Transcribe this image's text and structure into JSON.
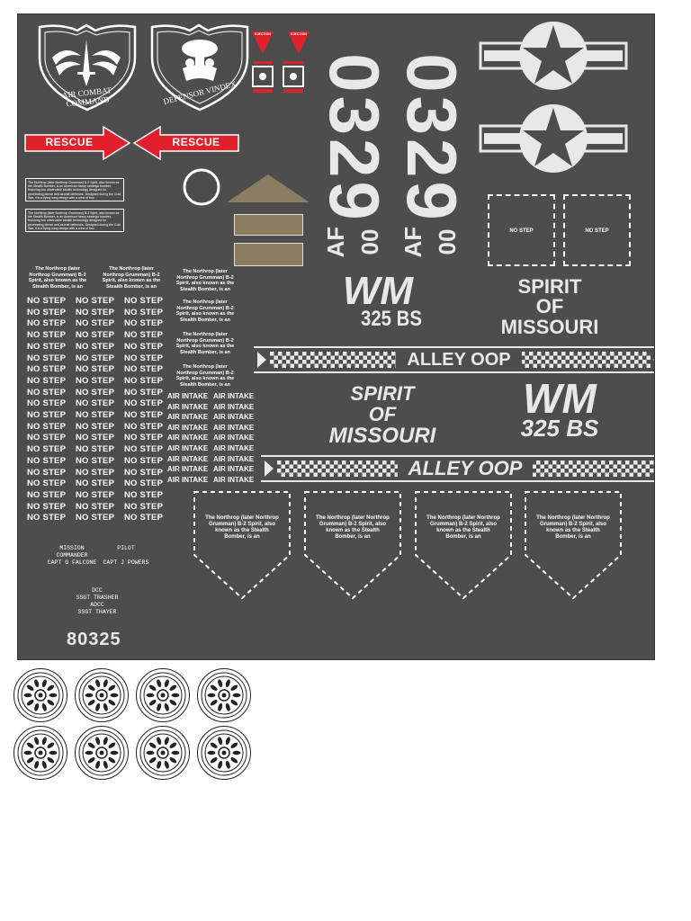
{
  "badges": {
    "acc_motto": "AIR COMBAT COMMAND",
    "wing_motto": "DEFENSOR VINDEX"
  },
  "ejection": {
    "label": "EJECTION"
  },
  "rescue": {
    "label": "RESCUE"
  },
  "stencil_paragraph": "The Northrop (later Northrop Grumman) B-2 Spirit, also known as the Stealth Bomber, is an",
  "stencil_long": "The Northrop (later Northrop Grumman) B-2 Spirit, also known as the Stealth Bomber, is an American heavy strategic bomber, featuring low observable stealth technology designed for penetrating dense anti-aircraft defenses. Designed during the Cold War, it is a flying wing design with a crew of two.",
  "serials": {
    "number": "0329",
    "prefix": "AF",
    "year": "00"
  },
  "no_step": {
    "label": "NO STEP",
    "rows": 20,
    "cols": 3
  },
  "air_intake": {
    "label": "AIR INTAKE",
    "rows": 9,
    "cols": 2
  },
  "tail": {
    "code": "WM",
    "squadron": "325 BS",
    "name_line1": "SPIRIT",
    "name_line2": "OF",
    "name_line3": "MISSOURI",
    "nickname": "ALLEY OOP"
  },
  "crew": {
    "mission_title_1": "MISSION",
    "mission_title_2": "COMMANDER",
    "mission_name": "CAPT G FALCONE",
    "pilot_title": "PILOT",
    "pilot_name": "CAPT J POWERS",
    "dcc_title": "DCC",
    "dcc_name": "SSGT TRASHER",
    "adcc_title": "ADCC",
    "adcc_name": "SSGT THAYER"
  },
  "tail_number": "80325",
  "colors": {
    "sheet": "#4d4d4d",
    "rescue_red": "#e0202a",
    "tan": "#8a7d5f",
    "decal_white": "#e8e8e8"
  },
  "wheels": {
    "count": 8
  }
}
